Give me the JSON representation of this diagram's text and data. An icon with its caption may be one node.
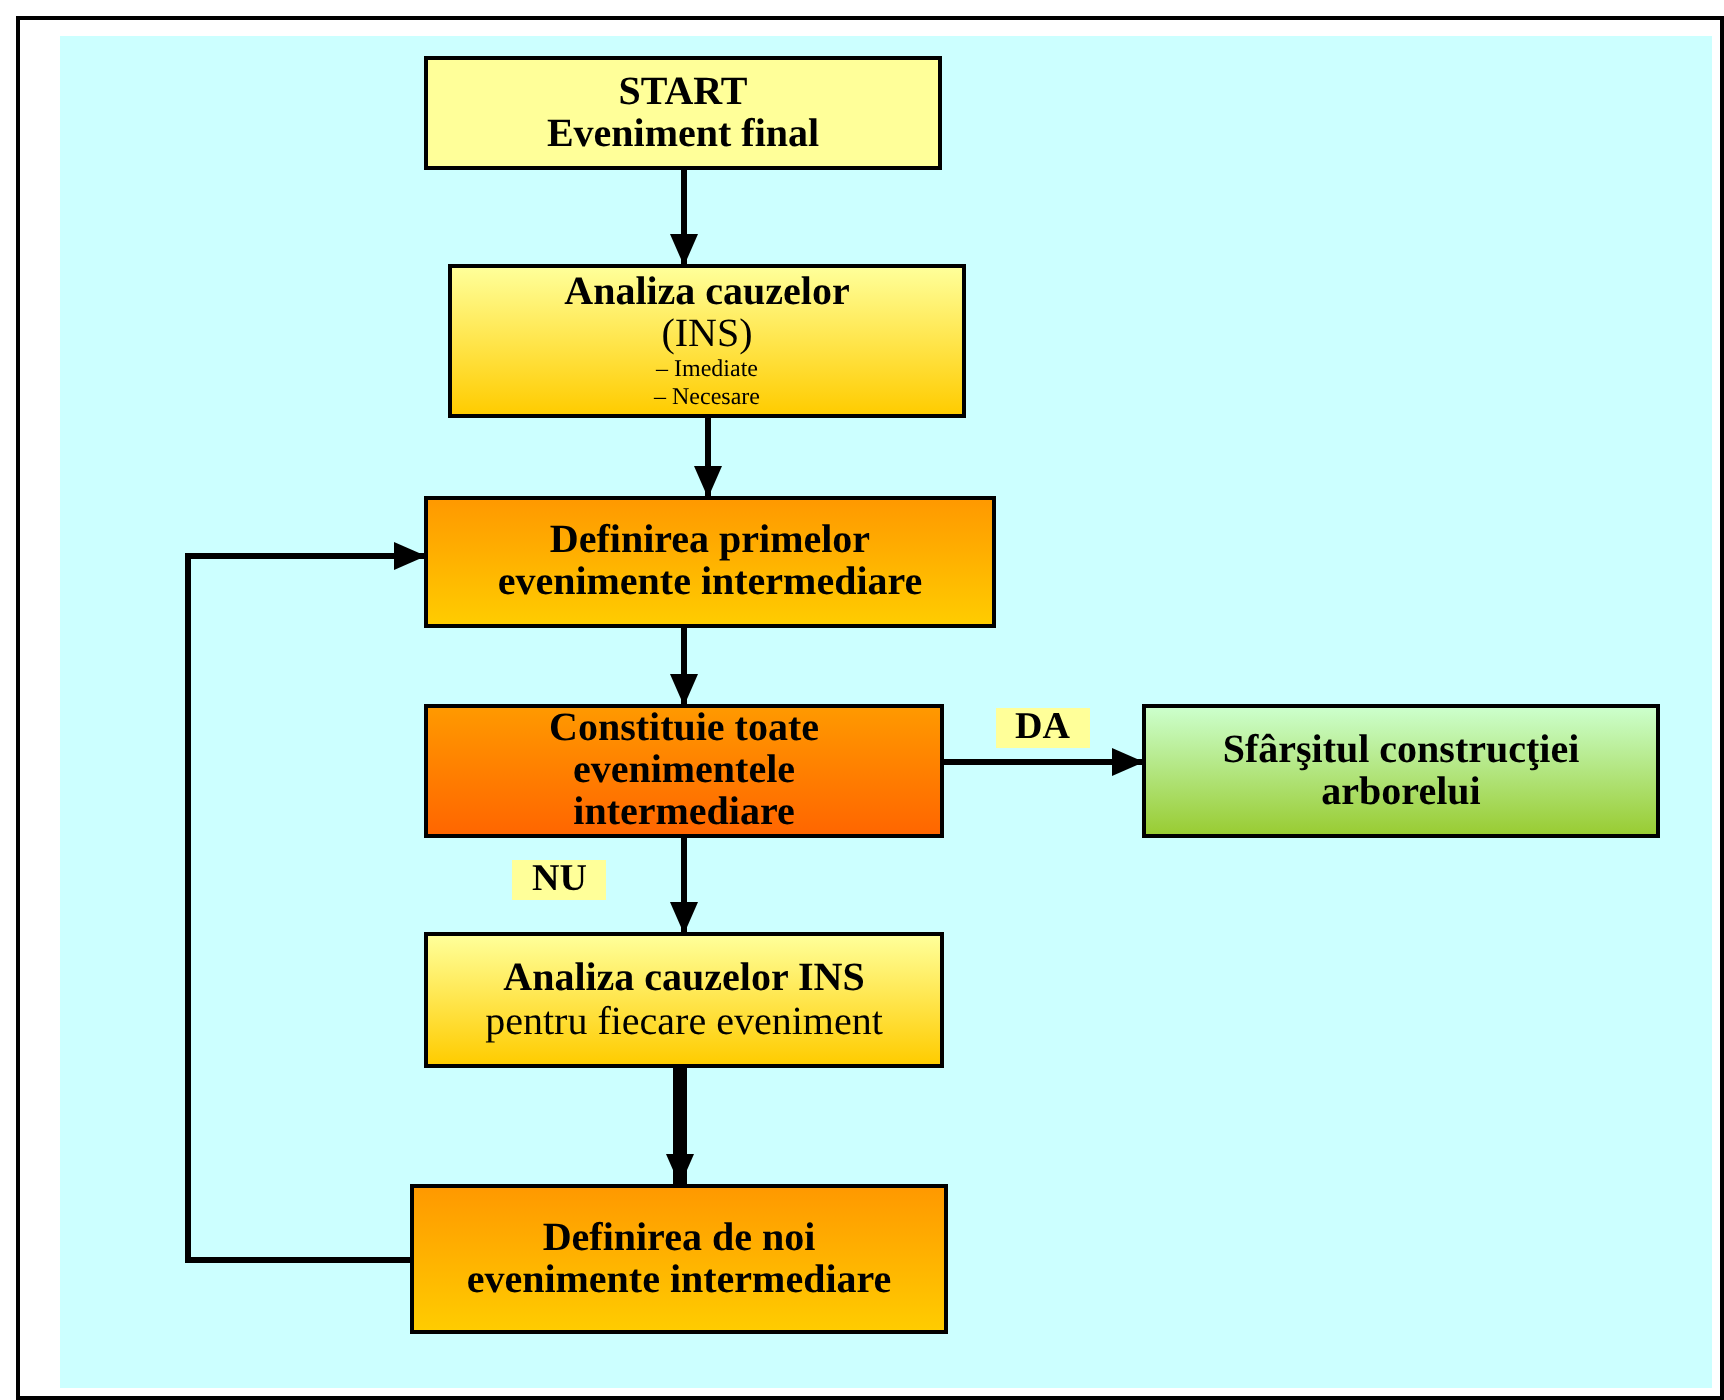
{
  "diagram": {
    "nodes": [
      {
        "text": [
          "START",
          "Eveniment final"
        ]
      },
      {
        "text": [
          "Analiza cauzelor",
          "(INS)",
          "– Imediate",
          "– Necesare"
        ]
      },
      {
        "text": [
          "Definirea primelor evenimente intermediare"
        ]
      },
      {
        "text": [
          "Constituie toate evenimentele intermediare"
        ]
      },
      {
        "text": [
          "Sfârşitul construcţiei arborelui"
        ]
      },
      {
        "text": [
          "**Analiza cauzelor INS** pentru fiecare eveniment"
        ]
      },
      {
        "text": [
          "Definirea de noi evenimente intermediare"
        ]
      }
    ],
    "edges": [
      {
        "from": 0,
        "to": 1,
        "arrow": "to"
      },
      {
        "from": 1,
        "to": 2,
        "arrow": "to"
      },
      {
        "from": 2,
        "to": 3,
        "arrow": "to"
      },
      {
        "from": 3,
        "to": 4,
        "arrow": "to",
        "label": "DA"
      },
      {
        "from": 3,
        "to": 5,
        "arrow": "to",
        "label": "NU"
      },
      {
        "from": 5,
        "to": 6,
        "arrow": "to",
        "style": "thick"
      },
      {
        "from": 6,
        "to": 2,
        "arrow": "to"
      }
    ]
  }
}
